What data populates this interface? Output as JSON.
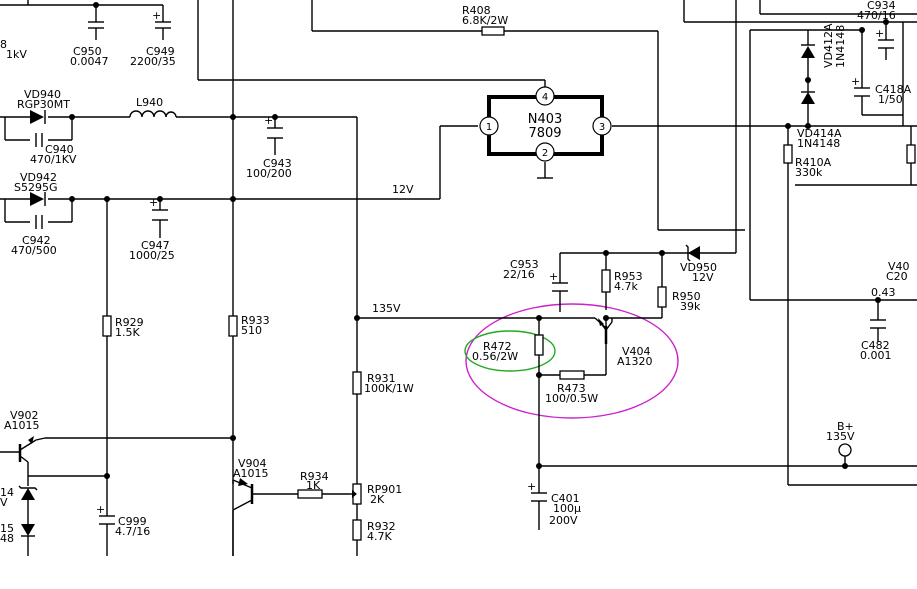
{
  "annotation_colors": {
    "highlight_green": "#22aa22",
    "highlight_magenta": "#cc22cc"
  },
  "ic": {
    "ref": "N403",
    "value": "7809",
    "pin1": "1",
    "pin2": "2",
    "pin3": "3",
    "pin4": "4"
  },
  "nets": {
    "v12": "12V",
    "v135": "135V",
    "bplus": "B+",
    "bplus_value": "135V",
    "v043": "0.43"
  },
  "components": {
    "r408": {
      "ref": "R408",
      "value": "6.8K/2W"
    },
    "c934": {
      "ref": "C934",
      "value": "470/16"
    },
    "vd412a": {
      "ref": "VD412A",
      "value": "1N4148"
    },
    "c418a": {
      "ref": "C418A",
      "value": "1/50"
    },
    "vd414a": {
      "ref": "VD414A",
      "value": "1N4148"
    },
    "r410a": {
      "ref": "R410A",
      "value": "330k"
    },
    "c950": {
      "ref": "C950",
      "value": "0.0047"
    },
    "c949": {
      "ref": "C949",
      "value": "2200/35"
    },
    "left_top": {
      "ref": "8",
      "value": "1kV"
    },
    "vd940": {
      "ref": "VD940",
      "value": "RGP30MT"
    },
    "l940": {
      "ref": "L940"
    },
    "c940": {
      "ref": "C940",
      "value": "470/1KV"
    },
    "c943": {
      "ref": "C943",
      "value": "100/200"
    },
    "vd942": {
      "ref": "VD942",
      "value": "S5295G"
    },
    "c942": {
      "ref": "C942",
      "value": "470/500"
    },
    "c947": {
      "ref": "C947",
      "value": "1000/25"
    },
    "c953": {
      "ref": "C953",
      "value": "22/16"
    },
    "r953": {
      "ref": "R953",
      "value": "4.7k"
    },
    "vd950": {
      "ref": "VD950",
      "value": "12V"
    },
    "r950": {
      "ref": "R950",
      "value": "39k"
    },
    "v40x": {
      "ref": "V40",
      "value": "C20"
    },
    "c482": {
      "ref": "C482",
      "value": "0.001"
    },
    "r929": {
      "ref": "R929",
      "value": "1.5K"
    },
    "r933": {
      "ref": "R933",
      "value": "510"
    },
    "r472": {
      "ref": "R472",
      "value": "0.56/2W"
    },
    "v404": {
      "ref": "V404",
      "value": "A1320"
    },
    "r473": {
      "ref": "R473",
      "value": "100/0.5W"
    },
    "r931": {
      "ref": "R931",
      "value": "100K/1W"
    },
    "v902": {
      "ref": "V902",
      "value": "A1015"
    },
    "v904": {
      "ref": "V904",
      "value": "A1015"
    },
    "r934": {
      "ref": "R934",
      "value": "1K"
    },
    "rp901": {
      "ref": "RP901",
      "value": "2K"
    },
    "r932": {
      "ref": "R932",
      "value": "4.7K"
    },
    "c401": {
      "ref": "C401",
      "value": "100µ",
      "voltage": "200V"
    },
    "c999": {
      "ref": "C999",
      "value": "4.7/16"
    },
    "left_d14": {
      "value": "14",
      "sub": "V"
    },
    "left_d15": {
      "value": "15",
      "sub": "48"
    }
  }
}
